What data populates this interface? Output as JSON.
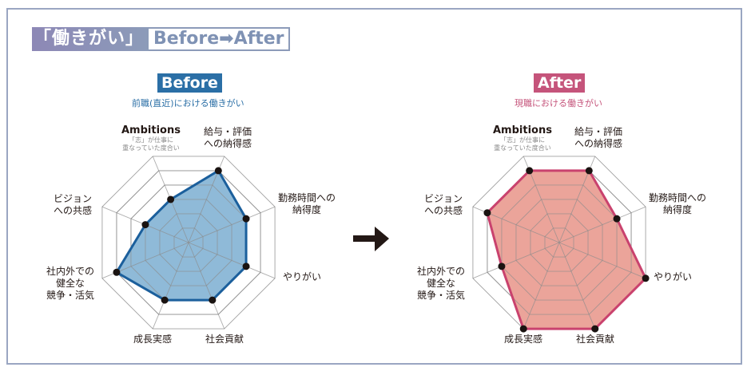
{
  "title": {
    "left": "「働きがい」",
    "right": "Before➡After"
  },
  "colors": {
    "before_stroke": "#1b5f9c",
    "before_fill": "#8fbad8",
    "after_stroke": "#c9426e",
    "after_fill": "#eba49a",
    "grid": "#a0a0a0",
    "dot": "#1a1311"
  },
  "before": {
    "badge": "Before",
    "subtitle": "前職(直近)における働きがい"
  },
  "after": {
    "badge": "After",
    "subtitle": "現職における働きがい"
  },
  "axis_labels": {
    "ambitions": {
      "main": "Ambitions",
      "note1": "「志」が仕事に",
      "note2": "重なっていた度合い"
    },
    "salary": {
      "line1": "給与・評価",
      "line2": "への納得感"
    },
    "hours": {
      "line1": "勤務時間への",
      "line2": "納得度"
    },
    "rewarding": {
      "line1": "やりがい"
    },
    "contribution": {
      "line1": "社会貢献"
    },
    "growth": {
      "line1": "成長実感"
    },
    "competition": {
      "line1": "社内外での",
      "line2": "健全な",
      "line3": "競争・活気"
    },
    "vision": {
      "line1": "ビジョン",
      "line2": "への共感"
    }
  },
  "chart_data": [
    {
      "type": "radar",
      "title": "Before",
      "subtitle": "前職(直近)における働きがい",
      "categories": [
        "Ambitions",
        "給与・評価への納得感",
        "勤務時間への納得度",
        "やりがい",
        "社会貢献",
        "成長実感",
        "社内外での健全な競争・活気",
        "ビジョンへの共感"
      ],
      "values": [
        3,
        5,
        4,
        4,
        4,
        4,
        5,
        3
      ],
      "rmax": 6,
      "grid_levels": 6
    },
    {
      "type": "radar",
      "title": "After",
      "subtitle": "現職における働きがい",
      "categories": [
        "Ambitions",
        "給与・評価への納得感",
        "勤務時間への納得度",
        "やりがい",
        "社会貢献",
        "成長実感",
        "社内外での健全な競争・活気",
        "ビジョンへの共感"
      ],
      "values": [
        5,
        5,
        4,
        6,
        6,
        6,
        4,
        5
      ],
      "rmax": 6,
      "grid_levels": 6
    }
  ]
}
